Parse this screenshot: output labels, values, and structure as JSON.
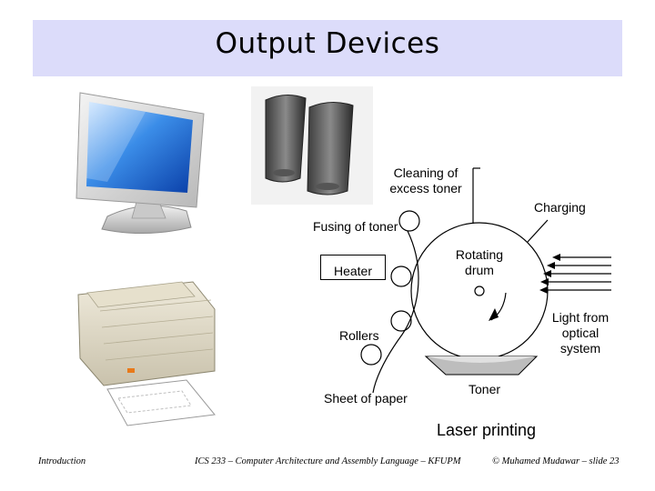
{
  "title": "Output Devices",
  "labels": {
    "cleaning": "Cleaning of\nexcess toner",
    "charging": "Charging",
    "fusing": "Fusing of toner",
    "heater": "Heater",
    "rotating_drum": "Rotating\ndrum",
    "light": "Light from\noptical\nsystem",
    "rollers": "Rollers",
    "sheet": "Sheet of paper",
    "toner": "Toner",
    "caption": "Laser printing"
  },
  "footer": {
    "left": "Introduction",
    "center": "ICS 233 – Computer Architecture and Assembly Language – KFUPM",
    "right": "© Muhamed Mudawar – slide 23"
  }
}
